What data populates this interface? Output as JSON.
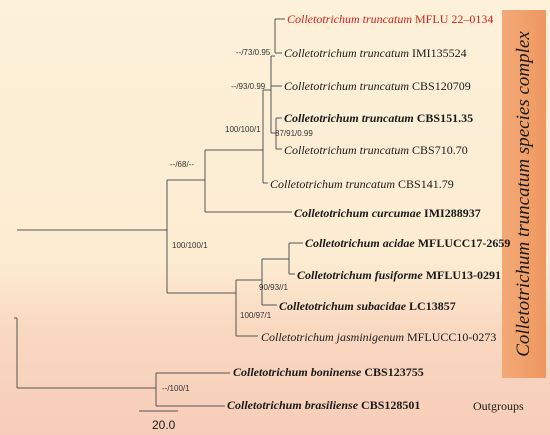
{
  "tips": [
    {
      "genus": "Colletotrichum",
      "epithet": "truncatum",
      "strain": "MFLU 22–0134",
      "bold": false,
      "highlight": true
    },
    {
      "genus": "Colletotrichum",
      "epithet": "truncatum",
      "strain": "IMI135524",
      "bold": false,
      "highlight": false
    },
    {
      "genus": "Colletotrichum",
      "epithet": "truncatum",
      "strain": "CBS120709",
      "bold": false,
      "highlight": false
    },
    {
      "genus": "Colletotrichum",
      "epithet": "truncatum",
      "strain": "CBS151.35",
      "bold": true,
      "highlight": false
    },
    {
      "genus": "Colletotrichum",
      "epithet": "truncatum",
      "strain": "CBS710.70",
      "bold": false,
      "highlight": false
    },
    {
      "genus": "Colletotrichum",
      "epithet": "truncatum",
      "strain": "CBS141.79",
      "bold": false,
      "highlight": false
    },
    {
      "genus": "Colletotrichum",
      "epithet": "curcumae",
      "strain": "IMI288937",
      "bold": true,
      "highlight": false
    },
    {
      "genus": "Colletotrichum",
      "epithet": "acidae",
      "strain": "MFLUCC17-2659",
      "bold": true,
      "highlight": false
    },
    {
      "genus": "Colletotrichum",
      "epithet": "fusiforme",
      "strain": "MFLU13-0291",
      "bold": true,
      "highlight": false
    },
    {
      "genus": "Colletotrichum",
      "epithet": "subacidae",
      "strain": "LC13857",
      "bold": true,
      "highlight": false
    },
    {
      "genus": "Colletotrichum",
      "epithet": "jasminigenum",
      "strain": "MFLUCC10-0273",
      "bold": false,
      "highlight": false
    },
    {
      "genus": "Colletotrichum",
      "epithet": "boninense",
      "strain": "CBS123755",
      "bold": true,
      "highlight": false
    },
    {
      "genus": "Colletotrichum",
      "epithet": "brasiliense",
      "strain": "CBS128501",
      "bold": true,
      "highlight": false
    }
  ],
  "supports": {
    "n1": "--/73/0.95",
    "n2": "--/93/0.99",
    "n3": "87/91/0.99",
    "n4": "100/100/1",
    "n5": "--/68/--",
    "n6": "90/93//1",
    "n7": "100/97/1",
    "n8": "100/100/1",
    "n9": "--/100/1"
  },
  "complex_label": "Colletotrichum truncatum species complex",
  "outgroup_label": "Outgroups",
  "scale_label": "20.0",
  "colors": {
    "highlight": "#d42020",
    "complex_bar": "#f0a06a",
    "branch": "#555555"
  }
}
